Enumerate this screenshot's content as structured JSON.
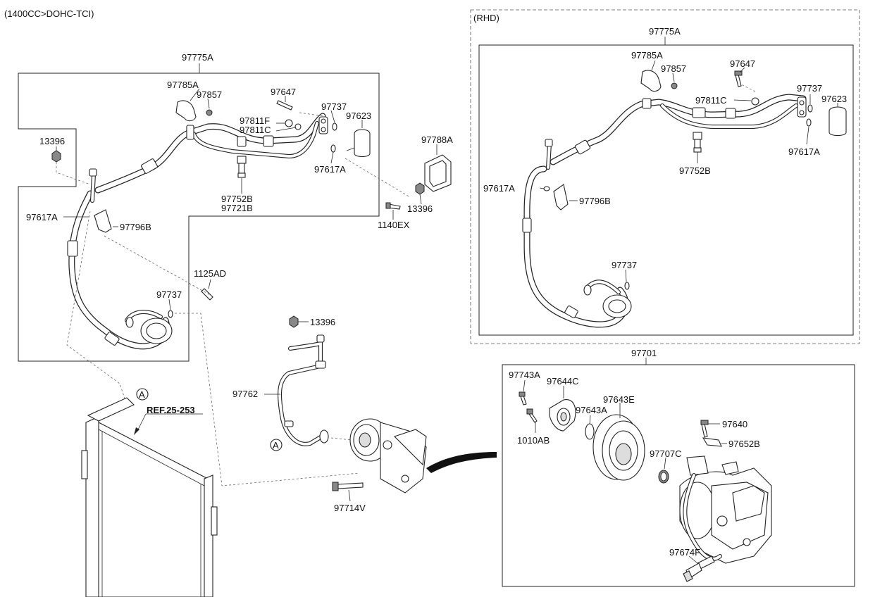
{
  "header": {
    "title": "(1400CC>DOHC-TCI)",
    "rhd": "(RHD)"
  },
  "labels": {
    "main_assy": "97775A",
    "l_97785A": "97785A",
    "l_97857": "97857",
    "l_97647": "97647",
    "l_97737_top": "97737",
    "l_97811F": "97811F",
    "l_97811C": "97811C",
    "l_97623": "97623",
    "l_13396_left": "13396",
    "l_97617A_a": "97617A",
    "l_97752B": "97752B",
    "l_97721B": "97721B",
    "l_97617A_left": "97617A",
    "l_97796B": "97796B",
    "l_1125AD": "1125AD",
    "l_97737_left": "97737",
    "l_97788A": "97788A",
    "l_13396_mid": "13396",
    "l_1140EX": "1140EX",
    "l_13396_low": "13396",
    "l_97762": "97762",
    "l_A_top": "A",
    "l_A_bot": "A",
    "l_ref": "REF.25-253",
    "l_97714V": "97714V",
    "r_main_assy": "97775A",
    "r_97785A": "97785A",
    "r_97857": "97857",
    "r_97647": "97647",
    "r_97737_top": "97737",
    "r_97811C": "97811C",
    "r_97623": "97623",
    "r_97617A_right": "97617A",
    "r_97752B": "97752B",
    "r_97617A_left": "97617A",
    "r_97796B": "97796B",
    "r_97737_low": "97737",
    "c_assy": "97701",
    "c_97743A": "97743A",
    "c_97644C": "97644C",
    "c_97643E": "97643E",
    "c_97643A": "97643A",
    "c_1010AB": "1010AB",
    "c_97640": "97640",
    "c_97652B": "97652B",
    "c_97707C": "97707C",
    "c_97674F": "97674F"
  }
}
